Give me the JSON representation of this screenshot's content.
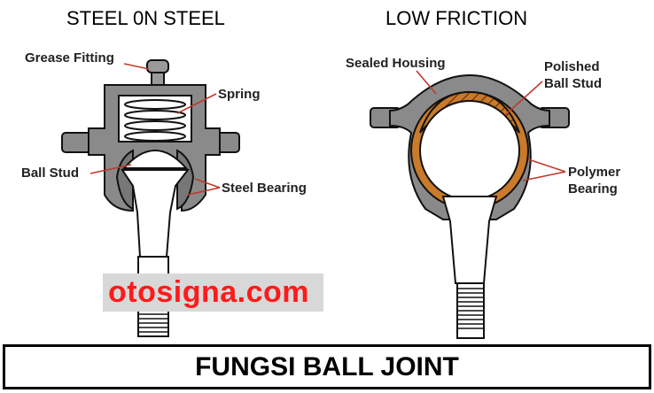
{
  "left": {
    "heading": "STEEL 0N STEEL",
    "labels": {
      "grease_fitting": "Grease Fitting",
      "spring": "Spring",
      "ball_stud": "Ball Stud",
      "steel_bearing": "Steel Bearing"
    }
  },
  "right": {
    "heading": "LOW FRICTION",
    "labels": {
      "sealed_housing": "Sealed Housing",
      "polished_line1": "Polished",
      "polished_line2": "Ball Stud",
      "polymer_line1": "Polymer",
      "polymer_line2": "Bearing"
    }
  },
  "watermark": "otosigna.com",
  "caption": "FUNGSI BALL JOINT",
  "colors": {
    "housing_gray": "#8a8a8a",
    "bearing_orange": "#c97a2a",
    "leader_red": "#c0392b",
    "watermark_red": "#ff1a1a"
  }
}
